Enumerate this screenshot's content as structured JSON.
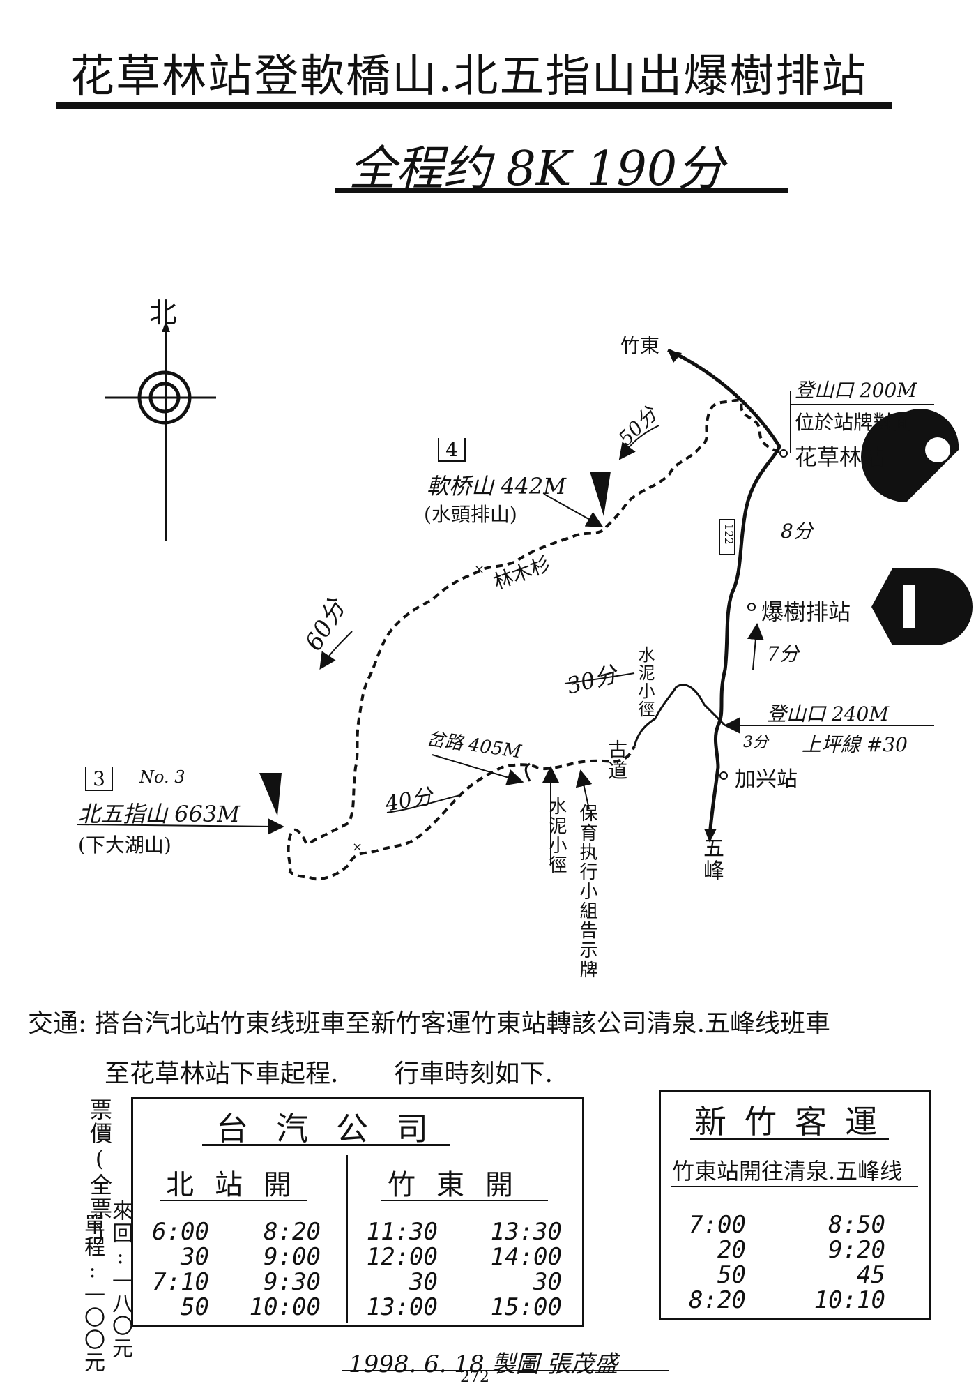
{
  "title": "花草林站登軟橋山.北五指山出爆樹排站",
  "subtitle": "全程约 8K 190分",
  "compass": {
    "north_label": "北"
  },
  "map": {
    "places": {
      "zhudong": "竹東",
      "wufeng": "五峰",
      "huacaolin": "花草林站",
      "baoshupai": "爆樹排站",
      "jiaxing": "加兴站",
      "trailhead_top_1": "登山口 200M",
      "trailhead_top_2": "位於站牌對面",
      "trailhead_low_1": "登山口 240M",
      "trailhead_low_2": "上坪線 #30",
      "peak4_num": "4",
      "peak4_name": "軟桥山 442M",
      "peak4_alt": "(水頭排山)",
      "peak3_num": "3",
      "peak3_no": "No. 3",
      "peak3_name": "北五指山 663M",
      "peak3_alt": "(下大湖山)",
      "forest": "林木杉",
      "junction": "岔路 405M",
      "cement_path": "水泥小徑",
      "notice_board": "保育执行小組告示牌",
      "old_road": "古道",
      "cement_path_2": "水泥小徑",
      "road_badge": "122"
    },
    "times": {
      "t50": "50分",
      "t60": "60分",
      "t40": "40分",
      "t30": "30分",
      "t8": "8分",
      "t7": "7分",
      "t3": "3分"
    }
  },
  "transport": {
    "line1": "交通: 搭台汽北站竹東线班車至新竹客運竹東站轉該公司清泉.五峰线班車",
    "line2": "至花草林站下車起程.       行車時刻如下."
  },
  "fare": {
    "label": "票價(全票)",
    "round_trip": "來回:一八〇元",
    "one_way": "單程:一〇〇元"
  },
  "timetable_taiqi": {
    "title": "台汽公司",
    "col1_head": "北站開",
    "col2_head": "竹東開",
    "col1": [
      [
        "6:00",
        "8:20"
      ],
      [
        "30",
        "9:00"
      ],
      [
        "7:10",
        "9:30"
      ],
      [
        "50",
        "10:00"
      ]
    ],
    "col2": [
      [
        "11:30",
        "13:30"
      ],
      [
        "12:00",
        "14:00"
      ],
      [
        "30",
        "30"
      ],
      [
        "13:00",
        "15:00"
      ]
    ]
  },
  "timetable_hsinchu": {
    "title": "新竹客運",
    "route": "竹東站開往清泉.五峰线",
    "times": [
      [
        "7:00",
        "8:50"
      ],
      [
        "20",
        "9:20"
      ],
      [
        "50",
        "45"
      ],
      [
        "8:20",
        "10:10"
      ]
    ]
  },
  "footer": "1998. 6. 18 製圖 張茂盛",
  "page_number": "272"
}
